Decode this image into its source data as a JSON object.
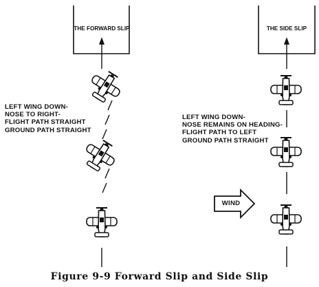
{
  "forward_slip": {
    "runway_title": "THE FORWARD SLIP",
    "description_lines": [
      "LEFT WING DOWN-",
      "NOSE TO RIGHT-",
      "FLIGHT PATH STRAIGHT",
      "GROUND PATH STRAIGHT"
    ]
  },
  "side_slip": {
    "runway_title": "THE SIDE SLIP",
    "description_lines": [
      "LEFT WING DOWN-",
      "NOSE REMAINS ON HEADING-",
      "FLIGHT PATH TO LEFT",
      "GROUND PATH STRAIGHT"
    ],
    "wind_label": "WIND"
  },
  "caption": "Figure 9-9  Forward Slip and Side Slip",
  "colors": {
    "ink": "#111111",
    "background": "#ffffff"
  },
  "icons": {
    "aircraft": "top-view-airplane-icon",
    "wind": "wind-arrow-icon",
    "runway": "runway-box"
  }
}
